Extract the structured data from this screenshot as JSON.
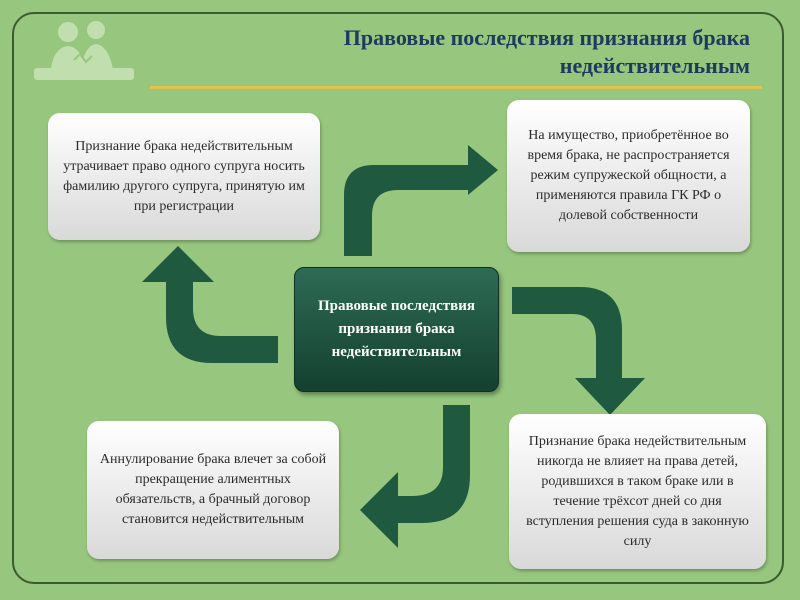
{
  "title": "Правовые последствия признания брака недействительным",
  "center": {
    "text": "Правовые последствия признания брака недействительным"
  },
  "boxes": {
    "top_left": "Признание брака недействительным утрачивает право одного супруга носить фамилию другого супруга, принятую им при регистрации",
    "top_right": "На имущество, приобретённое во время брака, не распространяется режим супружеской общности, а применяются правила ГК РФ о долевой собственности",
    "bottom_right": "Признание брака недействительным никогда не влияет на права детей, родившихся в таком браке или в течение трёхсот дней со дня вступления решения суда в законную силу",
    "bottom_left": "Аннулирование брака влечет за собой прекращение алиментных обязательств, а брачный договор становится недействительным"
  },
  "colors": {
    "background": "#97c77e",
    "arrow": "#1f5a40",
    "title": "#1f3a5f",
    "title_rule": "#e2c24b"
  },
  "icons": {
    "logo": "people-silhouette-icon",
    "arrows": "bent-arrow-icon"
  }
}
